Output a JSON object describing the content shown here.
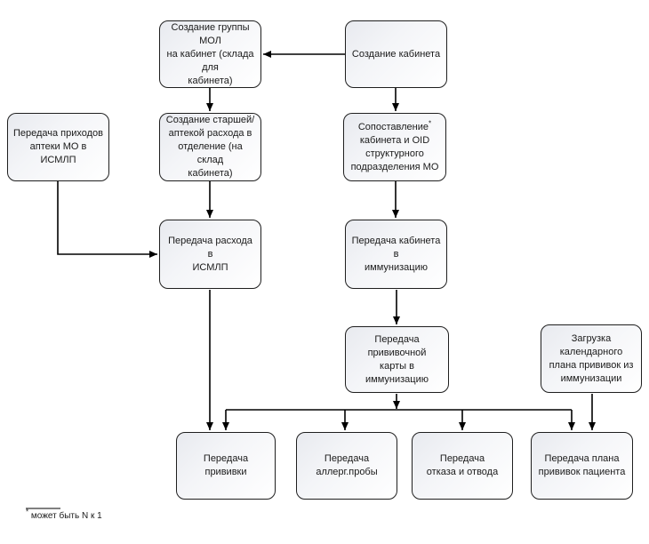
{
  "diagram": {
    "type": "flowchart",
    "language": "ru",
    "colors": {
      "background": "#ffffff",
      "node_border": "#1f1f1f",
      "node_fill_top": "#e8eaef",
      "node_fill_bottom": "#ffffff",
      "connector": "#000000",
      "text": "#1a1a1a"
    },
    "nodes": {
      "create_mol_group": {
        "label": "Создание группы МОЛ\nна кабинет (склада для\nкабинета)"
      },
      "create_cabinet": {
        "label": "Создание кабинета"
      },
      "transfer_pharmacy_income": {
        "label": "Передача приходов\nаптеки МО в ИСМЛП"
      },
      "create_senior_expense": {
        "label": "Создание старшей/\nаптекой расхода в\nотделение (на склад\nкабинета)"
      },
      "match_cabinet_oid": {
        "label_main": "Сопоставление",
        "label_sup": "*",
        "label_rest": "\nкабинета и OID\nструктурного\nподразделения МО"
      },
      "transfer_expense": {
        "label": "Передача расхода в\nИСМЛП"
      },
      "transfer_cabinet": {
        "label": "Передача кабинета в\nиммунизацию"
      },
      "transfer_vaccination_card": {
        "label": "Передача прививочной\nкарты в иммунизацию"
      },
      "load_calendar_plan": {
        "label": "Загрузка календарного\nплана прививок из\nиммунизации"
      },
      "transfer_vaccine": {
        "label": "Передача\nпрививки"
      },
      "transfer_allergy_test": {
        "label": "Передача\nаллерг.пробы"
      },
      "transfer_refusal": {
        "label": "Передача\nотказа и отвода"
      },
      "transfer_patient_plan": {
        "label": "Передача плана\nпрививок пациента"
      }
    },
    "footnote": {
      "marker": "*",
      "text": " может быть N к 1"
    }
  }
}
